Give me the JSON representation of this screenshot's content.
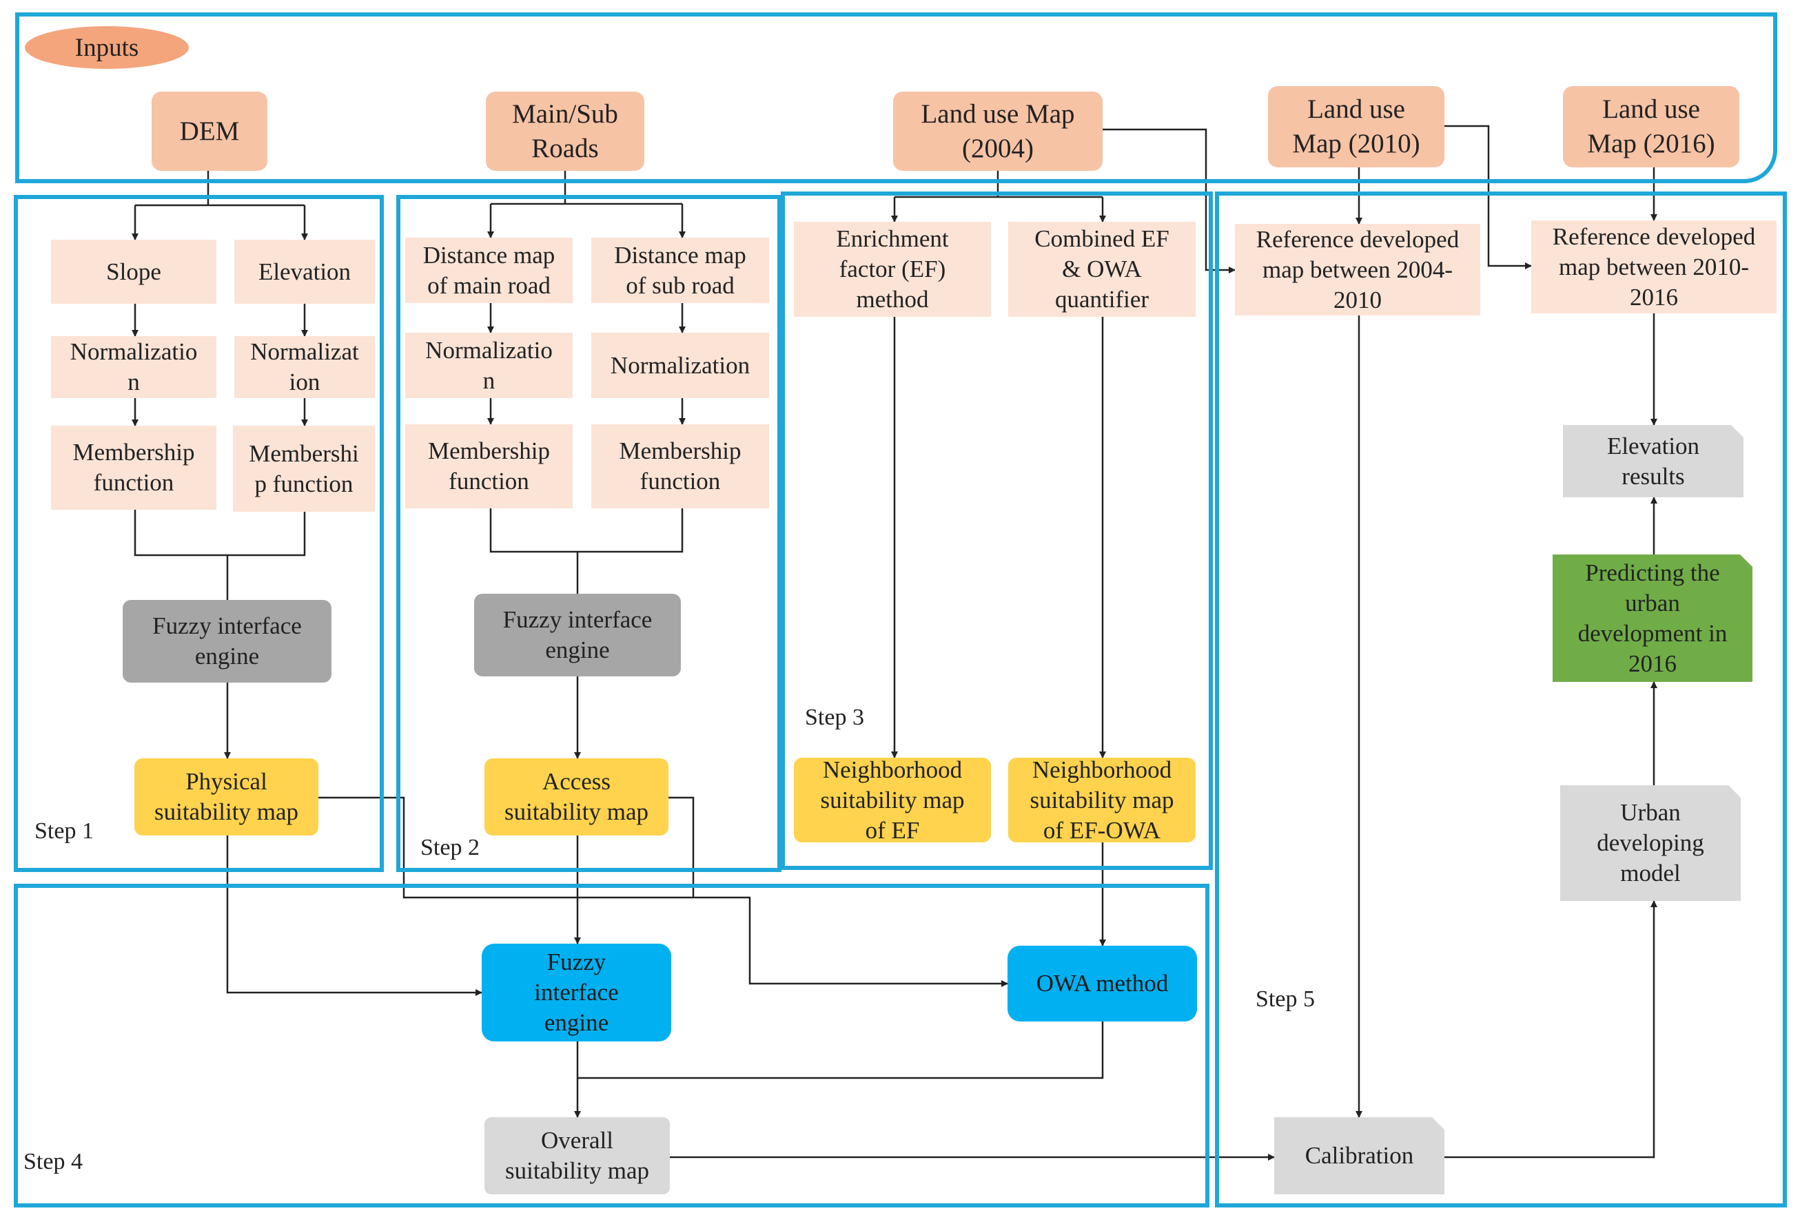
{
  "inputs_label": "Inputs",
  "inputs": {
    "dem": "DEM",
    "roads": "Main/Sub\nRoads",
    "lu2004": "Land use Map\n(2004)",
    "lu2010": "Land use\nMap (2010)",
    "lu2016": "Land use\nMap (2016)"
  },
  "step1": {
    "label": "Step 1",
    "slope": "Slope",
    "elevation": "Elevation",
    "norm_left": "Normalizatio\nn",
    "norm_right": "Normalizat\nion",
    "memb_left": "Membership\nfunction",
    "memb_right": "Membershi\np function",
    "engine": "Fuzzy interface\nengine",
    "output": "Physical\nsuitability map"
  },
  "step2": {
    "label": "Step 2",
    "dist_main": "Distance map\nof main road",
    "dist_sub": "Distance map\nof sub road",
    "norm_left": "Normalizatio\nn",
    "norm_right": "Normalization",
    "memb_left": "Membership\nfunction",
    "memb_right": "Membership\nfunction",
    "engine": "Fuzzy interface\nengine",
    "output": "Access\nsuitability map"
  },
  "step3": {
    "label": "Step 3",
    "ef": "Enrichment\nfactor (EF)\nmethod",
    "combined": "Combined EF\n& OWA\nquantifier",
    "nb_ef": "Neighborhood\nsuitability map\nof EF",
    "nb_efowa": "Neighborhood\nsuitability map\nof EF-OWA"
  },
  "step4": {
    "label": "Step 4",
    "engine": "Fuzzy\ninterface\nengine",
    "owa": "OWA method",
    "overall": "Overall\nsuitability map"
  },
  "step5": {
    "label": "Step 5",
    "ref_2004_2010": "Reference developed\nmap between 2004-\n2010",
    "ref_2010_2016": "Reference developed\nmap between 2010-\n2016",
    "elevation_results": "Elevation\nresults",
    "predicting": "Predicting the\nurban\ndevelopment in\n2016",
    "urban_model": "Urban\ndeveloping\nmodel",
    "calibration": "Calibration"
  },
  "colors": {
    "frame": "#1ea7d8",
    "input_box": "#f7c3a5",
    "process_box": "#fbe3d6",
    "engine_grey": "#a6a6a6",
    "light_grey": "#d9d9d9",
    "suitability_yellow": "#ffd34d",
    "step4_blue": "#00b0f0",
    "prediction_green": "#70ad47",
    "inputs_oval": "#f4a57c"
  }
}
